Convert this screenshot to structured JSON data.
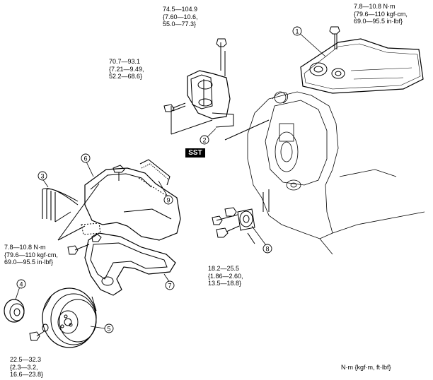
{
  "sst_label": "SST",
  "units": "N·m {kgf·m, ft·lbf}",
  "callouts": [
    "1",
    "2",
    "3",
    "4",
    "5",
    "6",
    "7",
    "8",
    "9"
  ],
  "torques": {
    "engine_mount_nut": [
      "74.5—104.9",
      "{7.60—10.6,",
      "55.0—77.3}"
    ],
    "cover_bolt_top": [
      "7.8—10.8 N·m",
      "{79.6—110 kgf·cm,",
      "69.0—95.5 in·lbf}"
    ],
    "mount_bolt": [
      "70.7—93.1",
      "{7.21—9.49,",
      "52.2—68.6}"
    ],
    "timing_cover_bolt": [
      "7.8—10.8 N·m",
      "{79.6—110 kgf·cm,",
      "69.0—95.5 in·lbf}"
    ],
    "tensioner_bolt": [
      "18.2—25.5",
      "{1.86—2.60,",
      "13.5—18.8}"
    ],
    "pulley_bolt": [
      "22.5—32.3",
      "{2.3—3.2,",
      "16.6—23.8}"
    ]
  }
}
